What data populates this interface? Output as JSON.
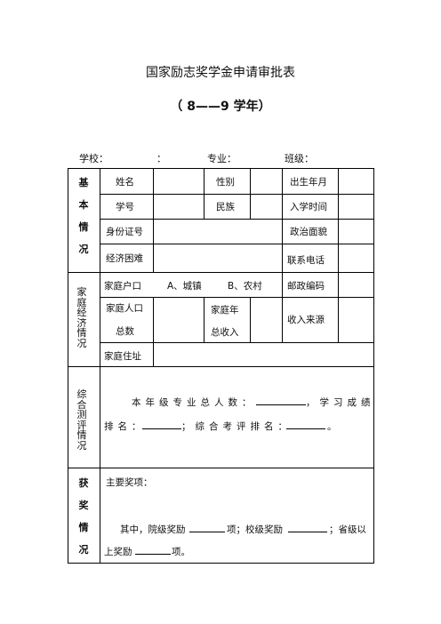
{
  "title": "国家励志奖学金申请审批表",
  "subtitle": "（ 8——9 学年）",
  "info": {
    "school": "学校：",
    "colon": "：",
    "major": "专业：",
    "class": "班级："
  },
  "basic": {
    "section": [
      "基",
      "本",
      "情",
      "况"
    ],
    "name": "姓名",
    "gender": "性别",
    "birth": "出生年月",
    "student_id": "学号",
    "ethnicity": "民族",
    "enroll": "入学时间",
    "id_card": "身份证号",
    "politics": "政治面貌",
    "hardship": "经济困难",
    "phone": "联系电话"
  },
  "family": {
    "section": "家庭经济情况",
    "hukou": "家庭户口",
    "hukou_a": "A、城镇",
    "hukou_b": "B、农村",
    "postcode": "邮政编码",
    "members_1": "家庭人口",
    "members_2": "总数",
    "income_1": "家庭年",
    "income_2": "总收入",
    "income_source": "收入来源",
    "address": "家庭住址"
  },
  "evaluation": {
    "section": "综合测评情况",
    "line1": "本年级专业总人数：",
    "line1b": "，学习成绩",
    "line2a": "排名：",
    "line2b": "；综合考评排名：",
    "line2c": "。"
  },
  "awards": {
    "section": [
      "获",
      "奖",
      "情",
      "况"
    ],
    "main": "主要奖项：",
    "l1a": "其中，院级奖励",
    "l1b": "项；校级奖励",
    "l1c": "；省级以",
    "l2a": "上奖励",
    "l2b": "项。"
  }
}
